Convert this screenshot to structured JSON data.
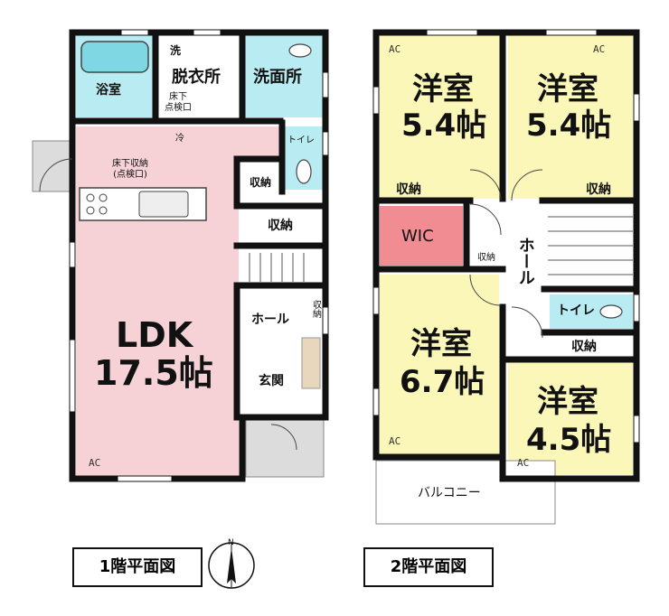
{
  "floor1": {
    "bath": "浴室",
    "dressing": "脱衣所",
    "washer": "洗",
    "underfloor_inspect": "床下\n点検口",
    "washroom": "洗面所",
    "toilet": "トイレ",
    "ref": "冷",
    "underfloor_storage": "床下収納\n(点検口)",
    "storage_a": "収納",
    "storage_b": "収納",
    "storage_c": "収納",
    "hall": "ホール",
    "entrance": "玄関",
    "ldk_name": "LDK",
    "ldk_size": "17.5帖",
    "ac": "AC"
  },
  "floor2": {
    "room_nw_name": "洋室",
    "room_nw_size": "5.4帖",
    "room_ne_name": "洋室",
    "room_ne_size": "5.4帖",
    "storage_nw": "収納",
    "storage_ne": "収納",
    "wic": "WIC",
    "storage_small": "収納",
    "hall": "ホール",
    "toilet": "トイレ",
    "storage_e": "収納",
    "room_sw_name": "洋室",
    "room_sw_size": "6.7帖",
    "room_se_name": "洋室",
    "room_se_size": "4.5帖",
    "balcony": "バルコニー",
    "ac_nw": "AC",
    "ac_ne": "AC",
    "ac_sw": "AC",
    "ac_se": "AC"
  },
  "captions": {
    "floor1": "1階平面図",
    "floor2": "2階平面図",
    "north": "N"
  },
  "colors": {
    "ldk": "#f6d2d6",
    "wet": "#b9ecf2",
    "room": "#fbf7b9",
    "wic": "#f08c92",
    "porch": "#dcdcdc",
    "wall": "#111111"
  }
}
